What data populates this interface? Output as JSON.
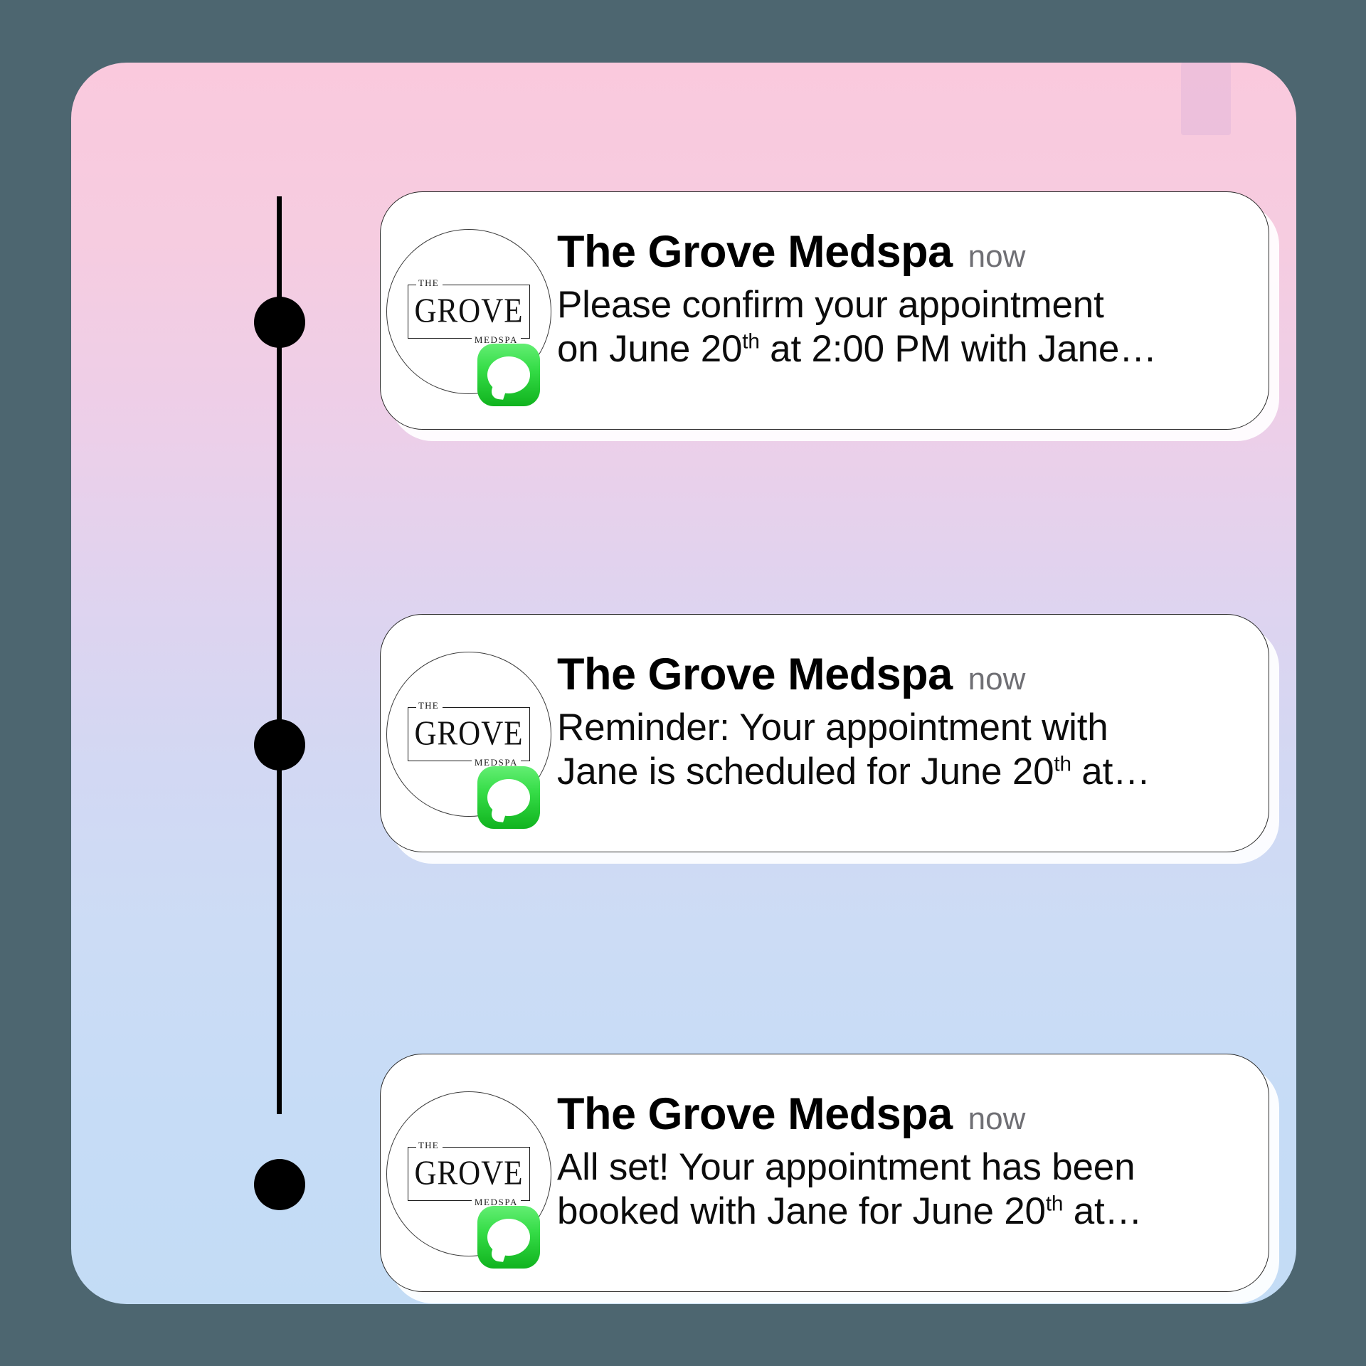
{
  "canvas": {
    "outer_background": "#4d6670",
    "panel_gradient_top": "#fac9dd",
    "panel_gradient_mid": "#d2d8f3",
    "panel_gradient_bottom": "#c3dcf5",
    "accent_green": "#36dd48",
    "timeline_color": "#000000",
    "timestamp_color": "#6f6f74"
  },
  "logo": {
    "top_word": "THE",
    "main_word": "GROVE",
    "bottom_word": "MEDSPA",
    "badge_app": "messages-app"
  },
  "timeline": {
    "dots": [
      "step-1",
      "step-2",
      "step-3"
    ]
  },
  "notifications": [
    {
      "title": "The Grove Medspa",
      "time": "now",
      "line1": "Please confirm your appointment",
      "line2_pre": "on June 20",
      "ordinal": "th",
      "line2_post": " at 2:00 PM with Jane…"
    },
    {
      "title": "The Grove Medspa",
      "time": "now",
      "line1": "Reminder: Your appointment with",
      "line2_pre": "Jane is scheduled for June 20",
      "ordinal": "th",
      "line2_post": " at…"
    },
    {
      "title": "The Grove Medspa",
      "time": "now",
      "line1": "All set! Your appointment has been",
      "line2_pre": "booked with Jane for June 20",
      "ordinal": "th",
      "line2_post": " at…"
    }
  ]
}
